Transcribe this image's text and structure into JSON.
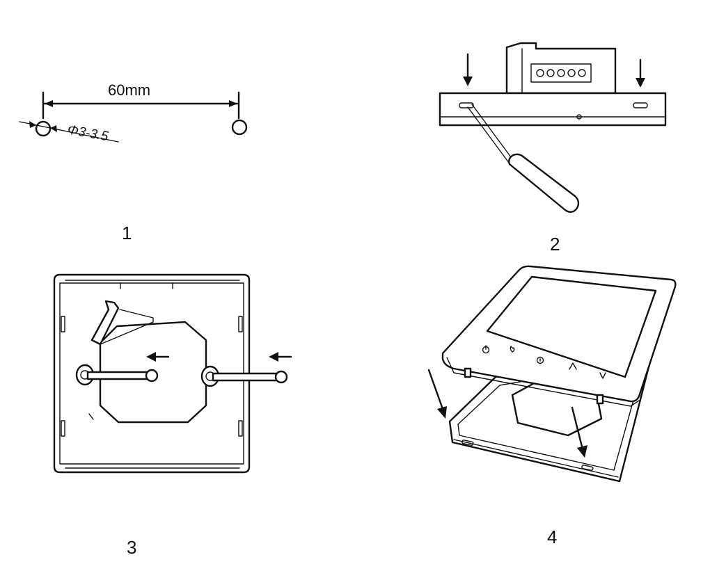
{
  "steps": [
    {
      "label": "1",
      "dimension": "60mm",
      "hole_diameter": "Φ3-3.5"
    },
    {
      "label": "2"
    },
    {
      "label": "3"
    },
    {
      "label": "4"
    }
  ],
  "buttons": [
    {
      "icon": "power-icon"
    },
    {
      "icon": "flame-icon"
    },
    {
      "icon": "clock-icon"
    },
    {
      "icon": "up-arrow-icon"
    },
    {
      "icon": "down-arrow-icon"
    }
  ]
}
